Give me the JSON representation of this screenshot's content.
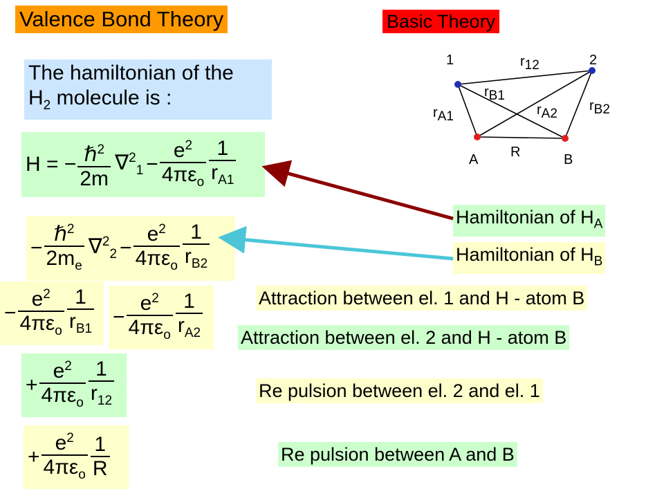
{
  "slide": {
    "title": "Valence Bond Theory",
    "basic_label": "Basic Theory",
    "intro_line1": "The hamiltonian of the",
    "intro_line2_sym": "H",
    "intro_line2_sub": "2",
    "intro_line2_rest": " molecule is  :"
  },
  "labels": {
    "hamiltonian": "Hamiltonian of H",
    "sub_a": "A",
    "sub_b": "B",
    "attr1": "Attraction between el. 1 and H - atom B",
    "attr2": "Attraction between el. 2 and H - atom B",
    "rep1": "Re pulsion  between el. 2 and el. 1",
    "rep2": "Re pulsion between A and B"
  },
  "equations": {
    "h_lhs": "H = −",
    "hbar": "ℏ",
    "two": "2",
    "two_m": "2m",
    "nabla": "∇",
    "one": "1",
    "minus": "−",
    "plus": "+",
    "e": "e",
    "four_pi_eps": "4πε",
    "o": "o",
    "m_sub_e": "e",
    "r": "r",
    "r_a1": "A1",
    "r_b2": "B2",
    "r_b1": "B1",
    "r_a2": "A2",
    "r_12": "12",
    "R": "R"
  },
  "diagram": {
    "node_1": "1",
    "node_2": "2",
    "node_A": "A",
    "node_B": "B",
    "lab_r12": "r",
    "lab_r12_sub": "12",
    "lab_rB1": "r",
    "lab_rB1_sub": "B1",
    "lab_rA1": "r",
    "lab_rA1_sub": "A1",
    "lab_rA2": "r",
    "lab_rA2_sub": "A2",
    "lab_rB2": "r",
    "lab_rB2_sub": "B2",
    "lab_R": "R",
    "colors": {
      "electron": "#1f2fb4",
      "nucleus": "#e02020"
    }
  },
  "arrows": {
    "dark_red": "#8b0000",
    "cyan": "#4cc6d6"
  }
}
